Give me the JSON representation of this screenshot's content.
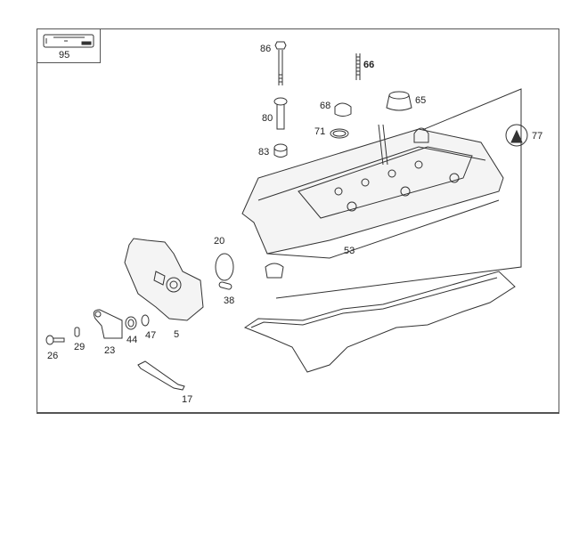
{
  "diagram": {
    "inset_label": "95",
    "parts": {
      "p86": "86",
      "p66": "66",
      "p68": "68",
      "p65": "65",
      "p80": "80",
      "p71": "71",
      "p83": "83",
      "p77": "77",
      "p53": "53",
      "p20": "20",
      "p38": "38",
      "p5": "5",
      "p47": "47",
      "p44": "44",
      "p23": "23",
      "p29": "29",
      "p26": "26",
      "p17": "17"
    }
  }
}
